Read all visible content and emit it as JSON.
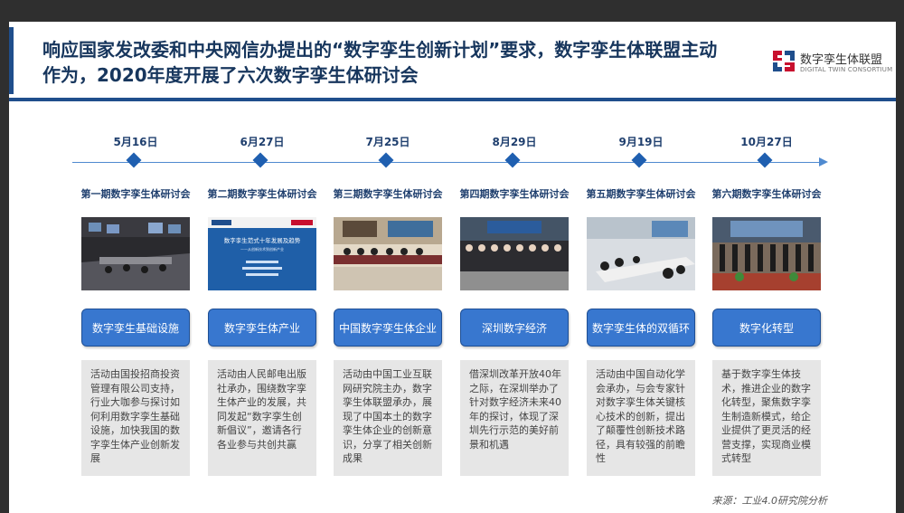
{
  "title": "响应国家发改委和中央网信办提出的“数字孪生创新计划”要求，数字孪生体联盟主动作为，2020年度开展了六次数字孪生体研讨会",
  "logo": {
    "cn": "数字孪生体联盟",
    "en": "DIGITAL TWIN CONSORTIUM"
  },
  "source": "来源：工业4.0研究院分析",
  "colors": {
    "primary": "#1f4e8c",
    "theme_button": "#3877cf",
    "desc_bg": "#e6e6e6",
    "timeline": "#4f8ad0"
  },
  "photo2": {
    "title": "数字孪生范式十年发展及趋势",
    "subtitle": "——从创新技术到创新产业"
  },
  "events": [
    {
      "date": "5月16日",
      "session": "第一期数字孪生体研讨会",
      "theme": "数字孪生基础设施",
      "desc": "活动由国投招商投资管理有限公司支持，行业大咖参与探讨如何利用数字孪生基础设施，加快我国的数字孪生体产业创新发展"
    },
    {
      "date": "6月27日",
      "session": "第二期数字孪生体研讨会",
      "theme": "数字孪生体产业",
      "desc": "活动由人民邮电出版社承办，围绕数字孪生体产业的发展，共同发起“数字孪生创新倡议”，邀请各行各业参与共创共赢"
    },
    {
      "date": "7月25日",
      "session": "第三期数字孪生体研讨会",
      "theme": "中国数字孪生体企业",
      "desc": "活动由中国工业互联网研究院主办，数字孪生体联盟承办，展现了中国本土的数字孪生体企业的创新意识，分享了相关创新成果"
    },
    {
      "date": "8月29日",
      "session": "第四期数字孪生体研讨会",
      "theme": "深圳数字经济",
      "desc": "借深圳改革开放40年之际，在深圳举办了针对数字经济未来40年的探讨，体现了深圳先行示范的美好前景和机遇"
    },
    {
      "date": "9月19日",
      "session": "第五期数字孪生体研讨会",
      "theme": "数字孪生体的双循环",
      "desc": "活动由中国自动化学会承办，与会专家针对数字孪生体关键核心技术的创新，提出了颠覆性创新技术路径，具有较强的前瞻性"
    },
    {
      "date": "10月27日",
      "session": "第六期数字孪生体研讨会",
      "theme": "数字化转型",
      "desc": "基于数字孪生体技术，推进企业的数字化转型，聚焦数字孪生制造新模式，给企业提供了更灵活的经营支撑，实现商业模式转型"
    }
  ]
}
